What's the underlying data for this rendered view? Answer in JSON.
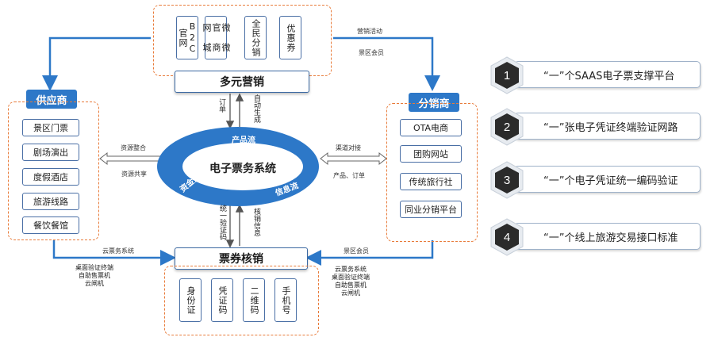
{
  "top": {
    "items": [
      "B2C官网",
      "微商城",
      "微官网",
      "全民分销",
      "优惠券"
    ],
    "title": "多元营销"
  },
  "supplier": {
    "tag": "供应商",
    "items": [
      "景区门票",
      "剧场演出",
      "度假酒店",
      "旅游线路",
      "餐饮餐馆"
    ]
  },
  "distributor": {
    "tag": "分销商",
    "items": [
      "OTA电商",
      "团购网站",
      "传统旅行社",
      "同业分销平台"
    ]
  },
  "center": {
    "title": "电子票务系统",
    "flow_product": "产品流",
    "flow_money": "资金流",
    "flow_info": "信息流"
  },
  "bottom": {
    "title": "票券核销",
    "items": [
      "身份证",
      "凭证码",
      "二维码",
      "手机号"
    ]
  },
  "labels": {
    "marketing_activity": "营销活动",
    "scenic_member_top": "景区会员",
    "order": "订单",
    "auto_generate": "自动生成",
    "resource_integration": "资源整合",
    "resource_sharing": "资源共享",
    "channel_docking": "渠道对接",
    "product_order": "产品、订单",
    "unified_code": "统一验证码",
    "verify_info": "核销信息",
    "cloud_ticket_left": "云票务系统",
    "left_devices": [
      "桌面验证终端",
      "自助售票机",
      "云闸机"
    ],
    "scenic_member_bottom": "景区会员",
    "right_devices": [
      "云票务系统",
      "桌面验证终端",
      "自助售票机",
      "云闸机"
    ]
  },
  "legend": [
    {
      "num": "1",
      "text": "“一”个SAAS电子票支撑平台"
    },
    {
      "num": "2",
      "text": "“一”张电子凭证终端验证网路"
    },
    {
      "num": "3",
      "text": "“一”个电子凭证统一编码验证"
    },
    {
      "num": "4",
      "text": "“一”个线上旅游交易接口标准"
    }
  ],
  "colors": {
    "accent": "#2d78c8",
    "dash": "#e87b3a",
    "dark": "#2b2b2b"
  }
}
